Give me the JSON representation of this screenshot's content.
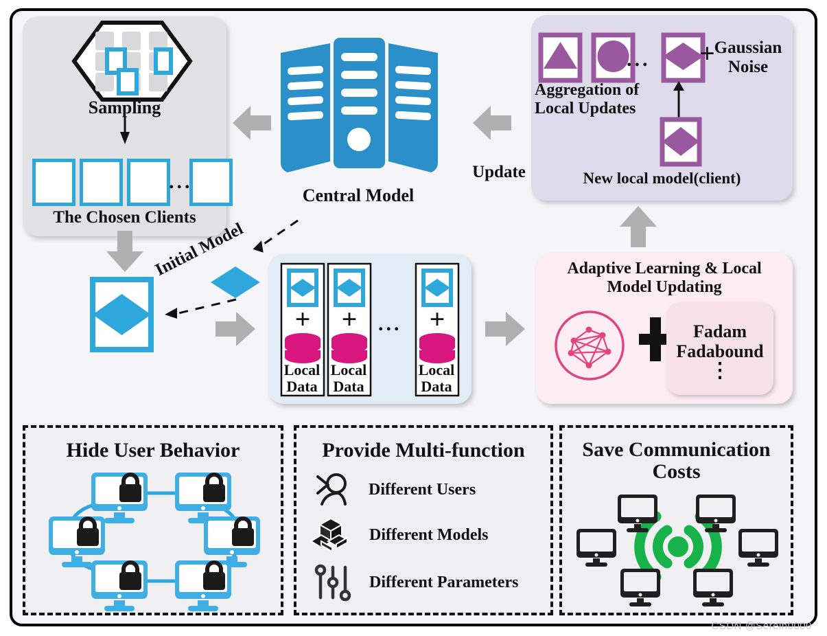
{
  "meta": {
    "watermark": "CSDN @Serein0000",
    "colors": {
      "blue": "#2ea8dc",
      "purple": "#9a599f",
      "magenta": "#d9157f",
      "pink": "#e0457f",
      "green": "#18b24a",
      "gray_arrow": "#b0b0b0",
      "panel_gray": "#e2e2e4",
      "panel_purple": "#dedcec",
      "panel_blue": "#e2ecf6",
      "panel_pink": "#fcedf2",
      "dashed_panel": "#f0f0f2",
      "canvas": "#f5f5f8"
    }
  },
  "sampling_panel": {
    "hex_label": "Sampling",
    "clients_label": "The Chosen Clients",
    "client_count": 4,
    "client_ellipsis": "...",
    "grid_squares": 9,
    "selected_squares": 3
  },
  "server": {
    "label": "Central Model",
    "icon": "server-rack-icon"
  },
  "update_arrow": {
    "label": "Update"
  },
  "purple_panel": {
    "aggregation_label": "Aggregation of\nLocal Updates",
    "aggregation_line1": "Aggregation of",
    "aggregation_line2": "Local Updates",
    "plus": "+",
    "noise_line1": "Gaussian",
    "noise_line2": "Noise",
    "ellipsis": "...",
    "new_local_label": "New local model(client)",
    "shapes": [
      "triangle",
      "circle",
      "diamond"
    ]
  },
  "initial_model": {
    "label": "Initial Model"
  },
  "local_data_panel": {
    "cards": [
      {
        "plus": "+",
        "line1": "Local",
        "line2": "Data"
      },
      {
        "plus": "+",
        "line1": "Local",
        "line2": "Data"
      },
      {
        "plus": "+",
        "line1": "Local",
        "line2": "Data"
      }
    ],
    "ellipsis": "..."
  },
  "adaptive_panel": {
    "title_line1": "Adaptive Learning & Local",
    "title_line2": "Model Updating",
    "plus": "+",
    "optimizers": [
      "Fadam",
      "Fadabound"
    ],
    "more_dots": "⋮"
  },
  "benefits": [
    {
      "id": "hide-user-behavior",
      "title_line1": "Hide User Behavior",
      "title_line2": "",
      "icon": "locked-monitors-network-icon",
      "items": []
    },
    {
      "id": "provide-multi-function",
      "title_line1": "Provide Multi-function",
      "title_line2": "",
      "icon": "",
      "items": [
        {
          "label": "Different Users",
          "icon": "user-icon"
        },
        {
          "label": "Different Models",
          "icon": "cubes-icon"
        },
        {
          "label": "Different Parameters",
          "icon": "sliders-icon"
        }
      ]
    },
    {
      "id": "save-communication-costs",
      "title_line1": "Save Communication",
      "title_line2": "Costs",
      "icon": "wifi-monitors-icon",
      "items": []
    }
  ]
}
